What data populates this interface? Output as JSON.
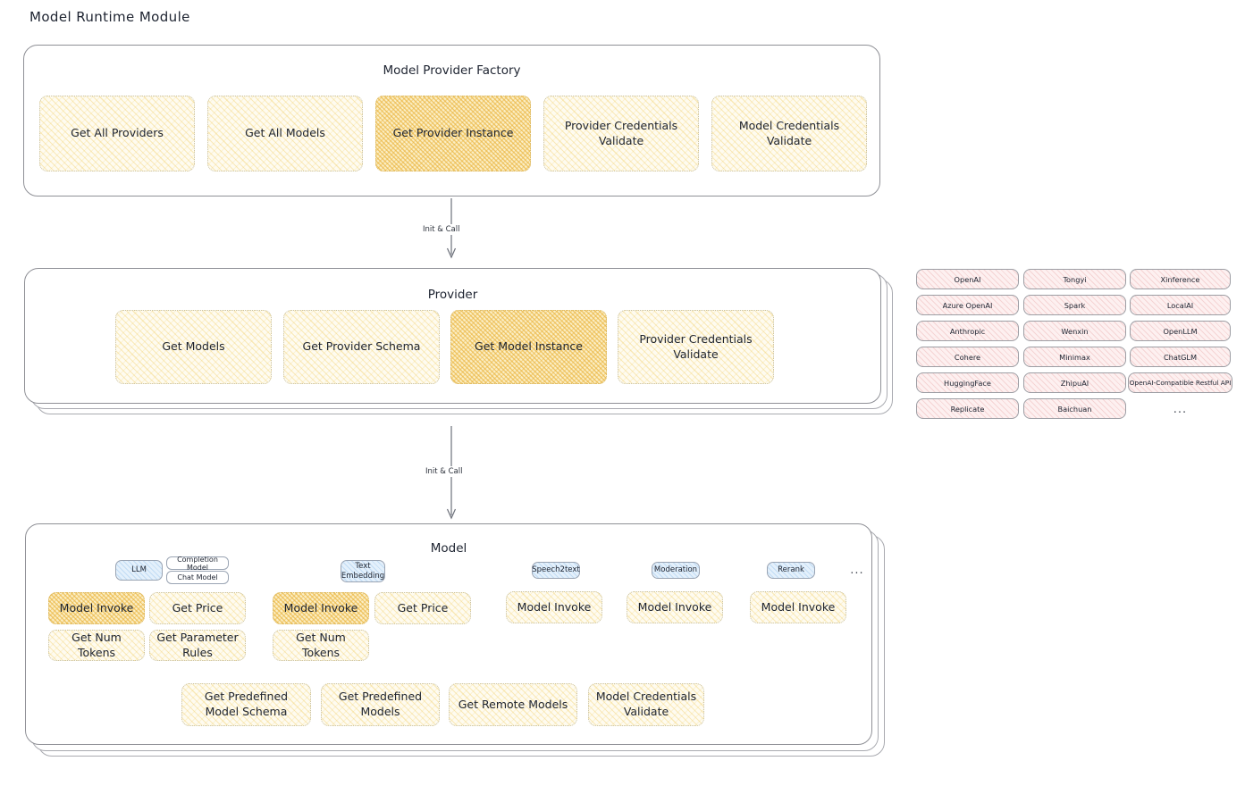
{
  "title": "Model Runtime Module",
  "factory": {
    "title": "Model Provider Factory",
    "cards": [
      {
        "label": "Get All Providers",
        "highlighted": false
      },
      {
        "label": "Get All Models",
        "highlighted": false
      },
      {
        "label": "Get Provider Instance",
        "highlighted": true
      },
      {
        "label": "Provider Credentials Validate",
        "highlighted": false
      },
      {
        "label": "Model Credentials Validate",
        "highlighted": false
      }
    ]
  },
  "arrow1": {
    "label": "Init & Call"
  },
  "provider": {
    "title": "Provider",
    "cards": [
      {
        "label": "Get Models",
        "highlighted": false
      },
      {
        "label": "Get Provider Schema",
        "highlighted": false
      },
      {
        "label": "Get Model Instance",
        "highlighted": true
      },
      {
        "label": "Provider Credentials Validate",
        "highlighted": false
      }
    ]
  },
  "arrow2": {
    "label": "Init & Call"
  },
  "provider_list": {
    "column1": [
      "OpenAI",
      "Azure OpenAI",
      "Anthropic",
      "Cohere",
      "HuggingFace",
      "Replicate"
    ],
    "column2": [
      "Tongyi",
      "Spark",
      "Wenxin",
      "Minimax",
      "ZhipuAI",
      "Baichuan"
    ],
    "column3": [
      "Xinference",
      "LocalAI",
      "OpenLLM",
      "ChatGLM",
      "OpenAI-Compatible Restful API"
    ],
    "more": "..."
  },
  "model": {
    "title": "Model",
    "more": "...",
    "groups": [
      {
        "type": "LLM",
        "subtypes": [
          "Completion Model",
          "Chat Model"
        ],
        "cards": [
          {
            "label": "Model Invoke",
            "highlighted": true
          },
          {
            "label": "Get Price",
            "highlighted": false
          },
          {
            "label": "Get Num Tokens",
            "highlighted": false
          },
          {
            "label": "Get Parameter Rules",
            "highlighted": false
          }
        ]
      },
      {
        "type": "Text Embedding",
        "subtypes": [],
        "cards": [
          {
            "label": "Model Invoke",
            "highlighted": true
          },
          {
            "label": "Get Price",
            "highlighted": false
          },
          {
            "label": "Get Num Tokens",
            "highlighted": false
          }
        ]
      },
      {
        "type": "Speech2text",
        "subtypes": [],
        "cards": [
          {
            "label": "Model Invoke",
            "highlighted": false
          }
        ]
      },
      {
        "type": "Moderation",
        "subtypes": [],
        "cards": [
          {
            "label": "Model Invoke",
            "highlighted": false
          }
        ]
      },
      {
        "type": "Rerank",
        "subtypes": [],
        "cards": [
          {
            "label": "Model Invoke",
            "highlighted": false
          }
        ]
      }
    ],
    "shared_cards": [
      "Get Predefined Model Schema",
      "Get Predefined Models",
      "Get Remote Models",
      "Model Credentials Validate"
    ]
  }
}
